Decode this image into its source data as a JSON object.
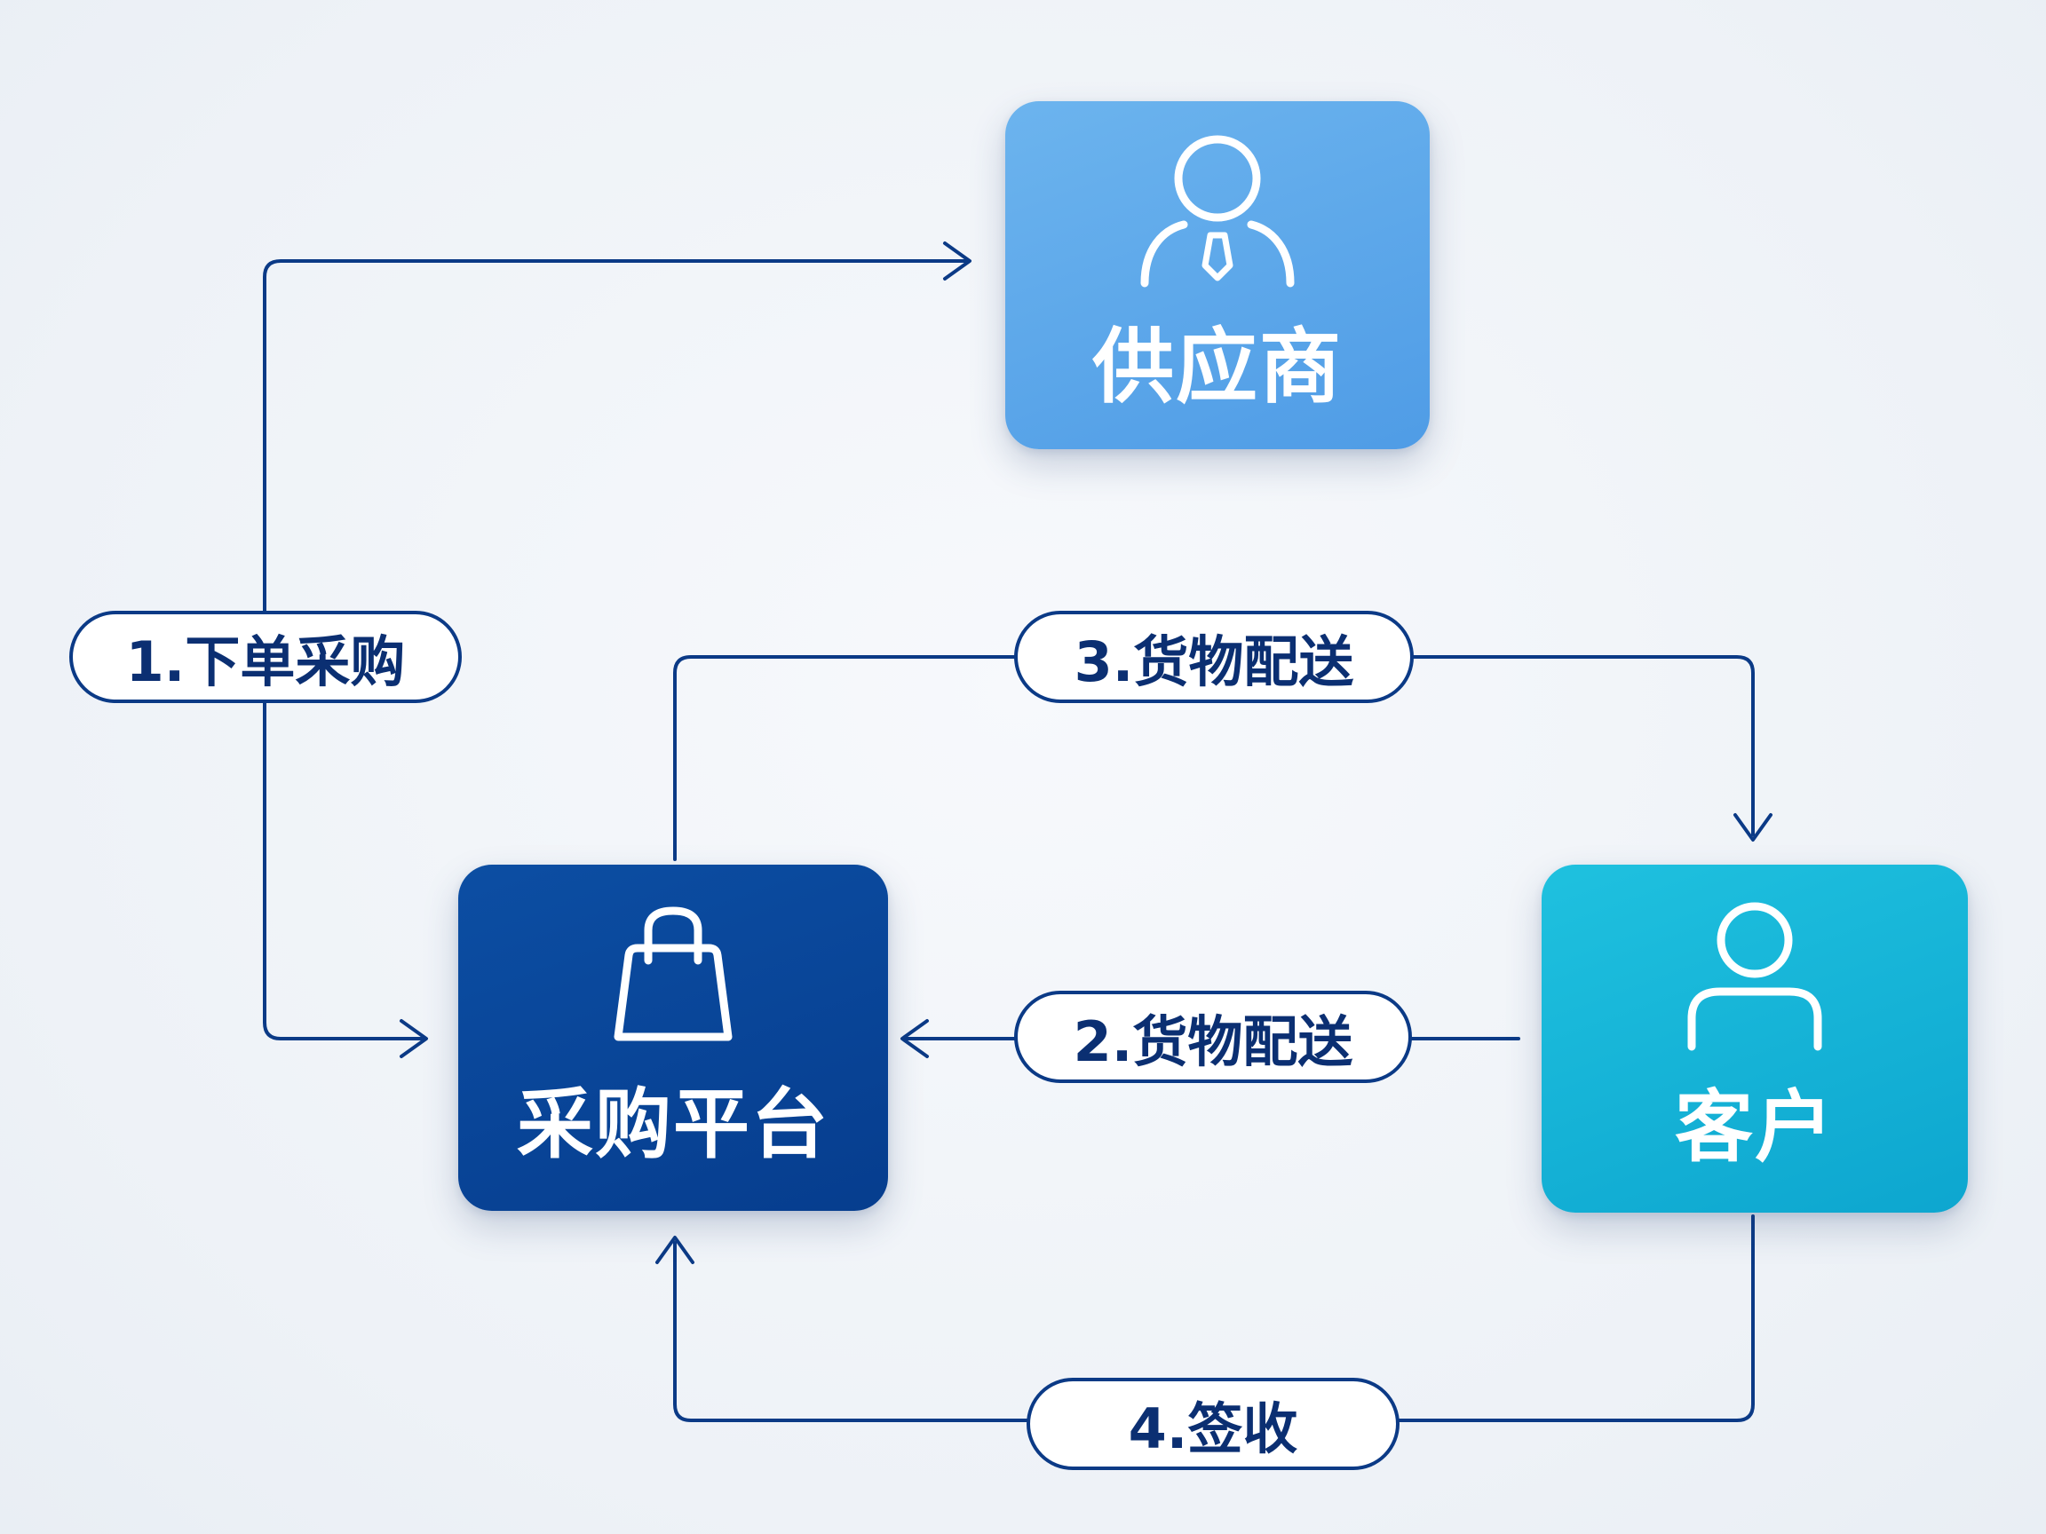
{
  "nodes": {
    "supplier": {
      "label": "供应商",
      "icon": "supplier-person-icon",
      "color": "#5aa7ea"
    },
    "platform": {
      "label": "采购平台",
      "icon": "shopping-bag-icon",
      "color": "#0a4698"
    },
    "customer": {
      "label": "客户",
      "icon": "customer-person-icon",
      "color": "#17b4d8"
    }
  },
  "edges": {
    "order": {
      "label": "1.下单采购"
    },
    "ship3": {
      "label": "3.货物配送"
    },
    "ship2": {
      "label": "2.货物配送"
    },
    "sign": {
      "label": "4.签收"
    }
  },
  "colors": {
    "line": "#0b3a86",
    "background": "#f1f4f8"
  }
}
